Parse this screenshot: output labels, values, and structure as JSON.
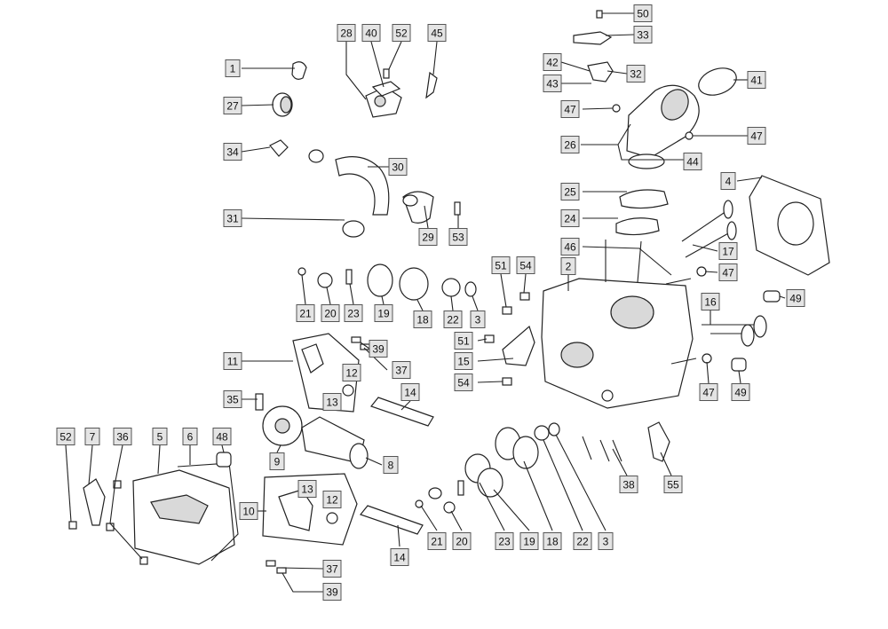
{
  "diagram": {
    "callouts": [
      {
        "num": "1"
      },
      {
        "num": "27"
      },
      {
        "num": "34"
      },
      {
        "num": "31"
      },
      {
        "num": "28"
      },
      {
        "num": "40"
      },
      {
        "num": "52"
      },
      {
        "num": "45"
      },
      {
        "num": "30"
      },
      {
        "num": "29"
      },
      {
        "num": "53"
      },
      {
        "num": "50"
      },
      {
        "num": "33"
      },
      {
        "num": "42"
      },
      {
        "num": "32"
      },
      {
        "num": "43"
      },
      {
        "num": "41"
      },
      {
        "num": "47"
      },
      {
        "num": "47"
      },
      {
        "num": "26"
      },
      {
        "num": "44"
      },
      {
        "num": "4"
      },
      {
        "num": "25"
      },
      {
        "num": "24"
      },
      {
        "num": "46"
      },
      {
        "num": "17"
      },
      {
        "num": "47"
      },
      {
        "num": "2"
      },
      {
        "num": "51"
      },
      {
        "num": "54"
      },
      {
        "num": "21"
      },
      {
        "num": "20"
      },
      {
        "num": "23"
      },
      {
        "num": "19"
      },
      {
        "num": "18"
      },
      {
        "num": "22"
      },
      {
        "num": "3"
      },
      {
        "num": "16"
      },
      {
        "num": "49"
      },
      {
        "num": "51"
      },
      {
        "num": "15"
      },
      {
        "num": "54"
      },
      {
        "num": "47"
      },
      {
        "num": "49"
      },
      {
        "num": "11"
      },
      {
        "num": "39"
      },
      {
        "num": "37"
      },
      {
        "num": "12"
      },
      {
        "num": "13"
      },
      {
        "num": "35"
      },
      {
        "num": "14"
      },
      {
        "num": "9"
      },
      {
        "num": "8"
      },
      {
        "num": "52"
      },
      {
        "num": "7"
      },
      {
        "num": "36"
      },
      {
        "num": "5"
      },
      {
        "num": "6"
      },
      {
        "num": "48"
      },
      {
        "num": "38"
      },
      {
        "num": "55"
      },
      {
        "num": "10"
      },
      {
        "num": "13"
      },
      {
        "num": "12"
      },
      {
        "num": "14"
      },
      {
        "num": "21"
      },
      {
        "num": "20"
      },
      {
        "num": "23"
      },
      {
        "num": "19"
      },
      {
        "num": "18"
      },
      {
        "num": "22"
      },
      {
        "num": "3"
      },
      {
        "num": "37"
      },
      {
        "num": "39"
      }
    ]
  }
}
